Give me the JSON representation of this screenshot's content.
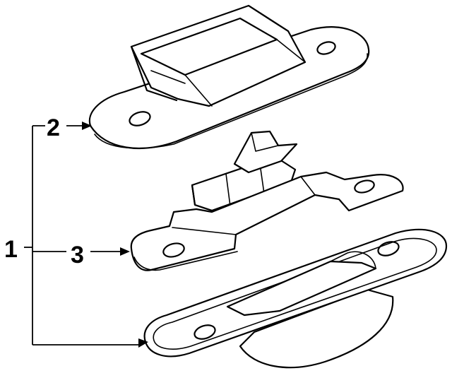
{
  "callouts": {
    "assembly": "1",
    "lens_housing": "2",
    "bracket": "3"
  }
}
